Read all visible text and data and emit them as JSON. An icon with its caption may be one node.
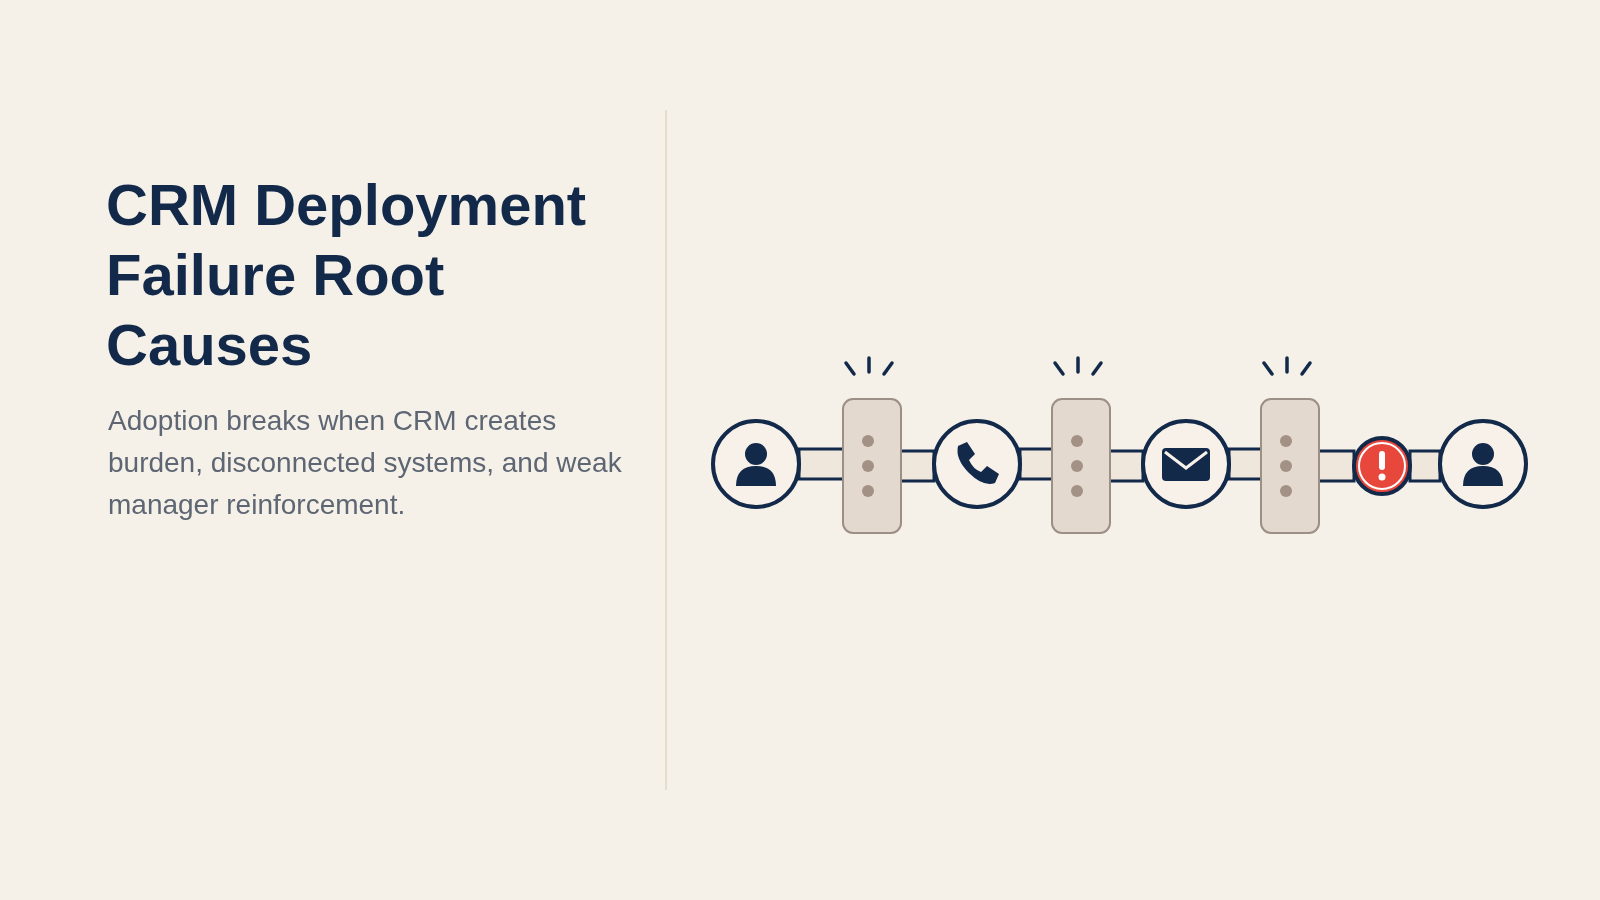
{
  "diagram": {
    "title": "CRM Deployment Failure Root Causes",
    "nodes": [
      {
        "text": [],
        "shape": "circle"
      },
      {
        "text": [],
        "shape": "bar"
      },
      {
        "text": [],
        "shape": "circle"
      },
      {
        "text": [],
        "shape": "bar"
      },
      {
        "text": [],
        "shape": "circle"
      },
      {
        "text": [],
        "shape": "bar"
      },
      {
        "text": [],
        "shape": "circle"
      },
      {
        "text": [],
        "shape": "circle"
      }
    ],
    "edges": [
      {
        "from": 0,
        "to": 1,
        "arrow": "none"
      },
      {
        "from": 1,
        "to": 2,
        "arrow": "none"
      },
      {
        "from": 2,
        "to": 3,
        "arrow": "none"
      },
      {
        "from": 3,
        "to": 4,
        "arrow": "none"
      },
      {
        "from": 4,
        "to": 5,
        "arrow": "none"
      },
      {
        "from": 5,
        "to": 6,
        "arrow": "none"
      },
      {
        "from": 6,
        "to": 7,
        "arrow": "none"
      }
    ],
    "labels": [
      "Adoption breaks when CRM creates burden, disconnected systems, and weak manager reinforcement."
    ]
  }
}
